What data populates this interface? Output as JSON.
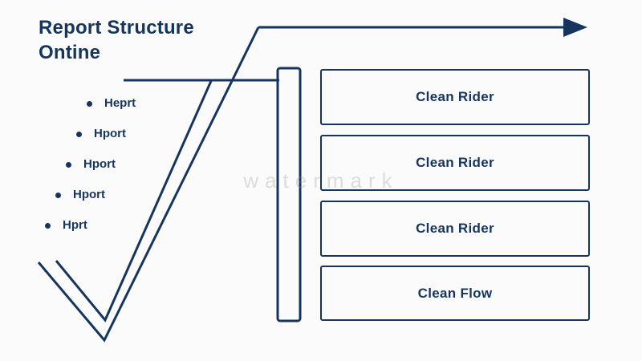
{
  "heading": {
    "line1": "Report Structure",
    "line2": "Ontine"
  },
  "bullets": [
    {
      "label": "Heprt"
    },
    {
      "label": "Hport"
    },
    {
      "label": "Hport"
    },
    {
      "label": "Hport"
    },
    {
      "label": "Hprt"
    }
  ],
  "cards": [
    {
      "label": "Clean Rider"
    },
    {
      "label": "Clean Rider"
    },
    {
      "label": "Clean Rider"
    },
    {
      "label": "Clean Flow"
    }
  ],
  "watermark": {
    "text": "watermark"
  },
  "colors": {
    "ink": "#15355e",
    "background": "#fbfbfb"
  }
}
